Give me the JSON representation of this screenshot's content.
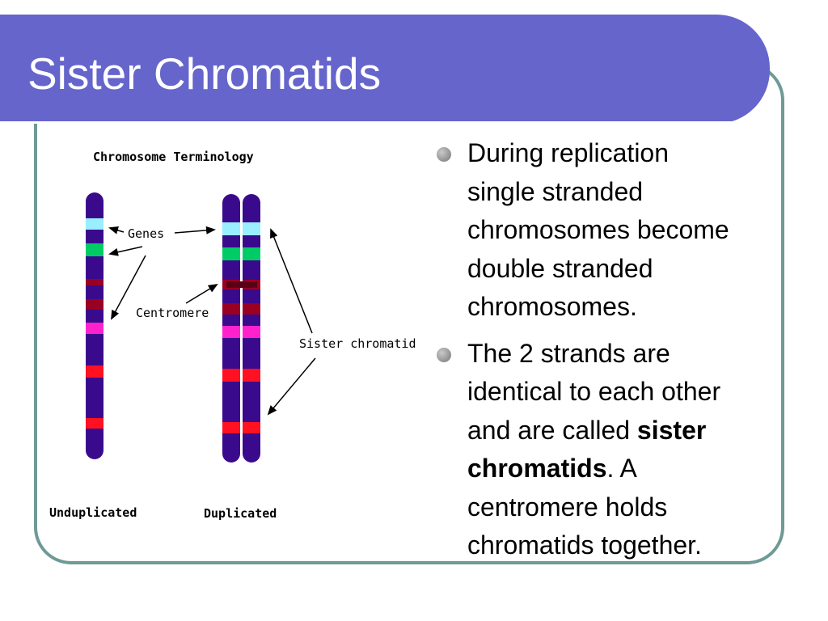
{
  "slide": {
    "title": "Sister Chromatids"
  },
  "diagram": {
    "heading": "Chromosome Terminology",
    "genes_label": "Genes",
    "centromere_label": "Centromere",
    "sister_label": "Sister chromatid",
    "unduplicated_label": "Unduplicated",
    "duplicated_label": "Duplicated",
    "colors": {
      "chromosome": "#3a0a8c",
      "band_cyan": "#99eeff",
      "band_green": "#00cc66",
      "band_darkred": "#990022",
      "band_magenta": "#ff22cc",
      "band_red": "#ff1122"
    }
  },
  "bullets": [
    {
      "lines": [
        "During replication",
        "single stranded",
        "chromosomes become",
        "double stranded",
        "chromosomes."
      ]
    },
    {
      "lines": [
        "The 2 strands are",
        "identical to each other",
        "and are called ",
        "sister",
        "chromatids",
        ".  A",
        "centromere holds",
        "chromatids together."
      ]
    }
  ]
}
